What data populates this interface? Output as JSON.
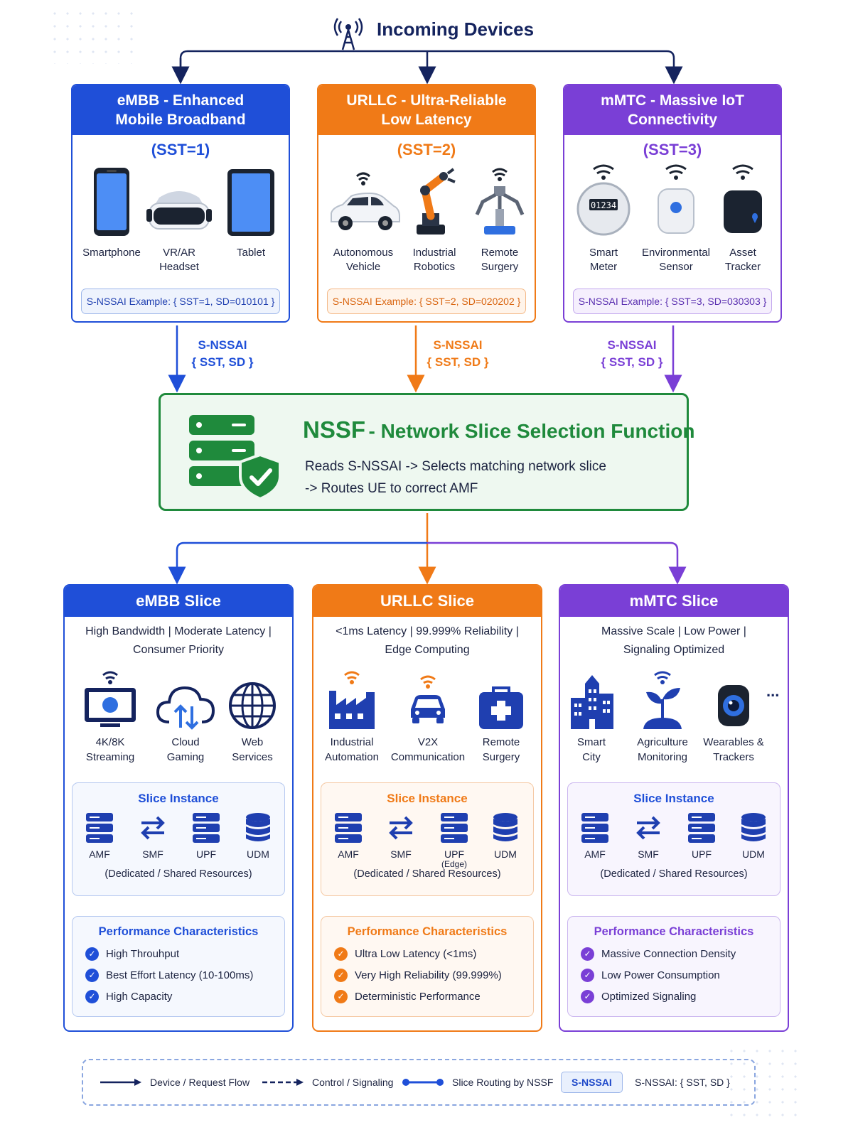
{
  "header": {
    "title": "Incoming Devices",
    "icon": "antenna-icon"
  },
  "colors": {
    "embb": "#1f4fd8",
    "urllc": "#f07a17",
    "mmtc": "#7a3fd6",
    "nssf": "#1f8a3c",
    "navy": "#14235e"
  },
  "categories": [
    {
      "title_line1": "eMBB - Enhanced",
      "title_line2": "Mobile Broadband",
      "sst": "(SST=1)",
      "devices": [
        {
          "label": "Smartphone"
        },
        {
          "label": "VR/AR\nHeadset"
        },
        {
          "label": "Tablet"
        }
      ],
      "example": "S-NSSAI Example: { SST=1, SD=010101 }"
    },
    {
      "title_line1": "URLLC - Ultra-Reliable",
      "title_line2": "Low Latency",
      "sst": "(SST=2)",
      "devices": [
        {
          "label": "Autonomous\nVehicle"
        },
        {
          "label": "Industrial\nRobotics"
        },
        {
          "label": "Remote\nSurgery"
        }
      ],
      "example": "S-NSSAI Example: { SST=2, SD=020202 }"
    },
    {
      "title_line1": "mMTC - Massive IoT",
      "title_line2": "Connectivity",
      "sst": "(SST=3)",
      "devices": [
        {
          "label": "Smart\nMeter",
          "display": "01234"
        },
        {
          "label": "Environmental\nSensor"
        },
        {
          "label": "Asset\nTracker"
        }
      ],
      "example": "S-NSSAI Example: { SST=3, SD=030303 }"
    }
  ],
  "snssai_flow": {
    "line1": "S-NSSAI",
    "line2": "{ SST, SD }"
  },
  "nssf": {
    "title_short": "NSSF",
    "title_rest": "- Network Slice Selection Function",
    "desc_line1": "Reads S-NSSAI -> Selects matching network slice",
    "desc_line2": "-> Routes UE to correct AMF",
    "icon": "server-shield-icon"
  },
  "slices": [
    {
      "title": "eMBB Slice",
      "desc_line1": "High Bandwidth | Moderate Latency |",
      "desc_line2": "Consumer Priority",
      "uses": [
        {
          "label": "4K/8K\nStreaming"
        },
        {
          "label": "Cloud\nGaming"
        },
        {
          "label": "Web\nServices"
        }
      ],
      "instance_title": "Slice Instance",
      "nfs": [
        {
          "label": "AMF"
        },
        {
          "label": "SMF"
        },
        {
          "label": "UPF",
          "sub": ""
        },
        {
          "label": "UDM"
        }
      ],
      "instance_note": "(Dedicated / Shared Resources)",
      "perf_title": "Performance Characteristics",
      "perf": [
        "High Throuhput",
        "Best Effort Latency (10-100ms)",
        "High Capacity"
      ]
    },
    {
      "title": "URLLC Slice",
      "desc_line1": "<1ms Latency | 99.999% Reliability |",
      "desc_line2": "Edge Computing",
      "uses": [
        {
          "label": "Industrial\nAutomation"
        },
        {
          "label": "V2X\nCommunication"
        },
        {
          "label": "Remote\nSurgery"
        }
      ],
      "instance_title": "Slice Instance",
      "nfs": [
        {
          "label": "AMF"
        },
        {
          "label": "SMF"
        },
        {
          "label": "UPF",
          "sub": "(Edge)"
        },
        {
          "label": "UDM"
        }
      ],
      "instance_note": "(Dedicated / Shared Resources)",
      "perf_title": "Performance Characteristics",
      "perf": [
        "Ultra Low Latency (<1ms)",
        "Very High Reliability (99.999%)",
        "Deterministic Performance"
      ]
    },
    {
      "title": "mMTC Slice",
      "desc_line1": "Massive Scale | Low Power |",
      "desc_line2": "Signaling Optimized",
      "uses": [
        {
          "label": "Smart\nCity"
        },
        {
          "label": "Agriculture\nMonitoring"
        },
        {
          "label": "Wearables &\nTrackers"
        }
      ],
      "more": "...",
      "instance_title": "Slice Instance",
      "nfs": [
        {
          "label": "AMF"
        },
        {
          "label": "SMF"
        },
        {
          "label": "UPF",
          "sub": ""
        },
        {
          "label": "UDM"
        }
      ],
      "instance_note": "(Dedicated / Shared Resources)",
      "perf_title": "Performance Characteristics",
      "perf": [
        "Massive Connection Density",
        "Low Power Consumption",
        "Optimized Signaling"
      ]
    }
  ],
  "legend": {
    "request_flow": "Device / Request Flow",
    "control": "Control / Signaling",
    "routing": "Slice Routing by NSSF",
    "tag": "S-NSSAI",
    "tag_desc": "S-NSSAI: { SST, SD }"
  }
}
